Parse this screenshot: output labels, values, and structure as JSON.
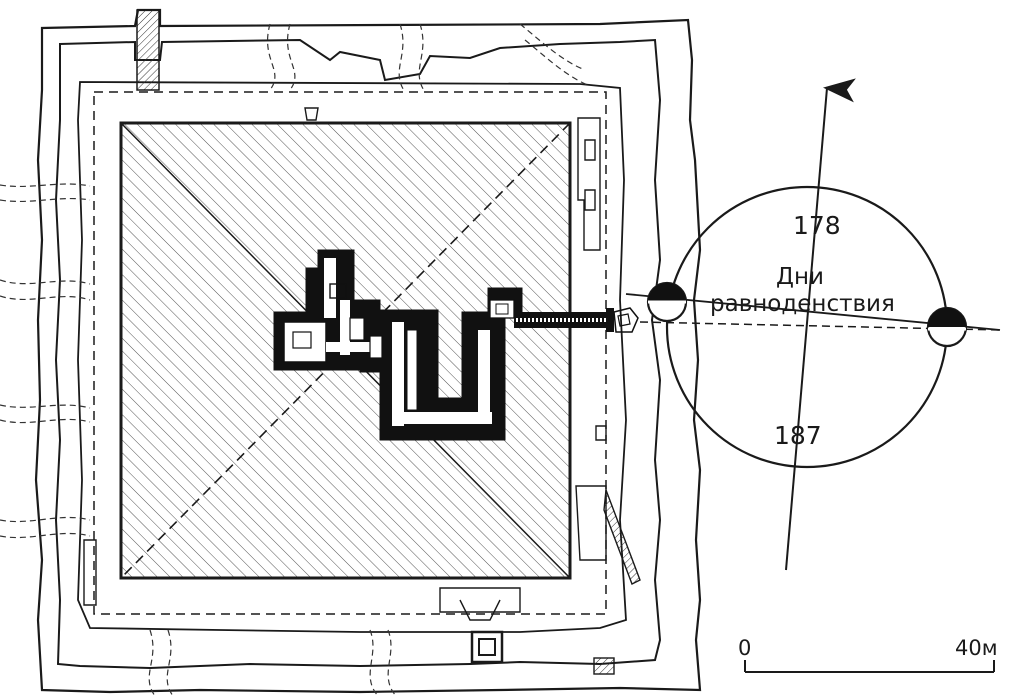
{
  "compass": {
    "sector_top": "178",
    "sector_bottom": "187",
    "label_line1": "Дни",
    "label_line2": "равноденствия"
  },
  "scale_bar": {
    "start": "0",
    "end": "40м"
  },
  "colors": {
    "ink": "#1a1a1a",
    "paper": "#ffffff",
    "hatch": "#555555"
  }
}
